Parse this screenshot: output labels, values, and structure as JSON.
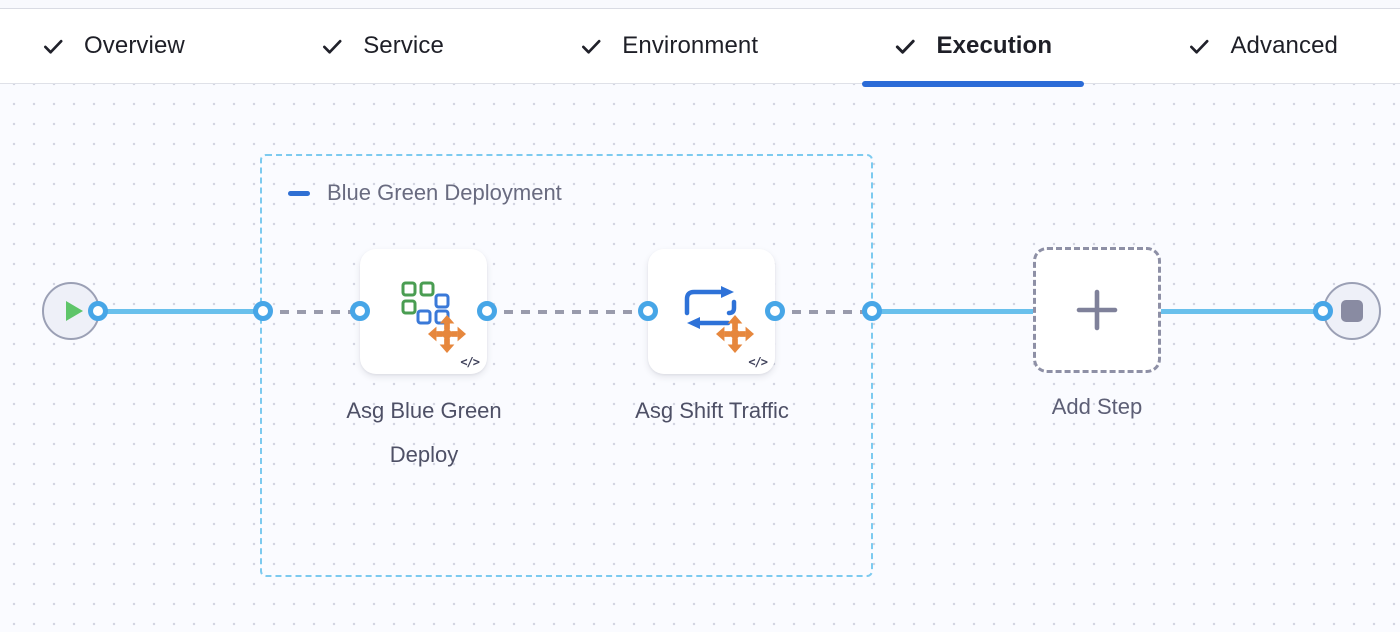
{
  "tabs": {
    "items": [
      {
        "label": "Overview",
        "checked": true,
        "active": false
      },
      {
        "label": "Service",
        "checked": true,
        "active": false
      },
      {
        "label": "Environment",
        "checked": true,
        "active": false
      },
      {
        "label": "Execution",
        "checked": true,
        "active": true
      },
      {
        "label": "Advanced",
        "checked": true,
        "active": false
      }
    ]
  },
  "canvas": {
    "group": {
      "label": "Blue Green Deployment",
      "collapse_icon": "minus-icon"
    },
    "nodes": {
      "start": {
        "icon": "play-icon"
      },
      "steps": [
        {
          "label": "Asg Blue Green Deploy",
          "icon": "asg-squares-icon",
          "code_badge": "</>"
        },
        {
          "label": "Asg Shift Traffic",
          "icon": "shift-traffic-icon",
          "code_badge": "</>"
        }
      ],
      "add_step": {
        "label": "Add Step",
        "icon": "plus-icon"
      },
      "end": {
        "icon": "stop-icon"
      }
    }
  },
  "colors": {
    "active_tab_underline": "#2b6bd7",
    "connector_blue": "#69c0ec",
    "port_ring_blue": "#47a6e7",
    "group_border_cyan": "#7ccaef",
    "collapse_minus_blue": "#2f6fd3",
    "icon_green": "#4a9d52",
    "icon_blue": "#3a79d8",
    "icon_orange": "#e6873d",
    "play_green": "#5ec569",
    "stop_gray": "#898ba2"
  }
}
